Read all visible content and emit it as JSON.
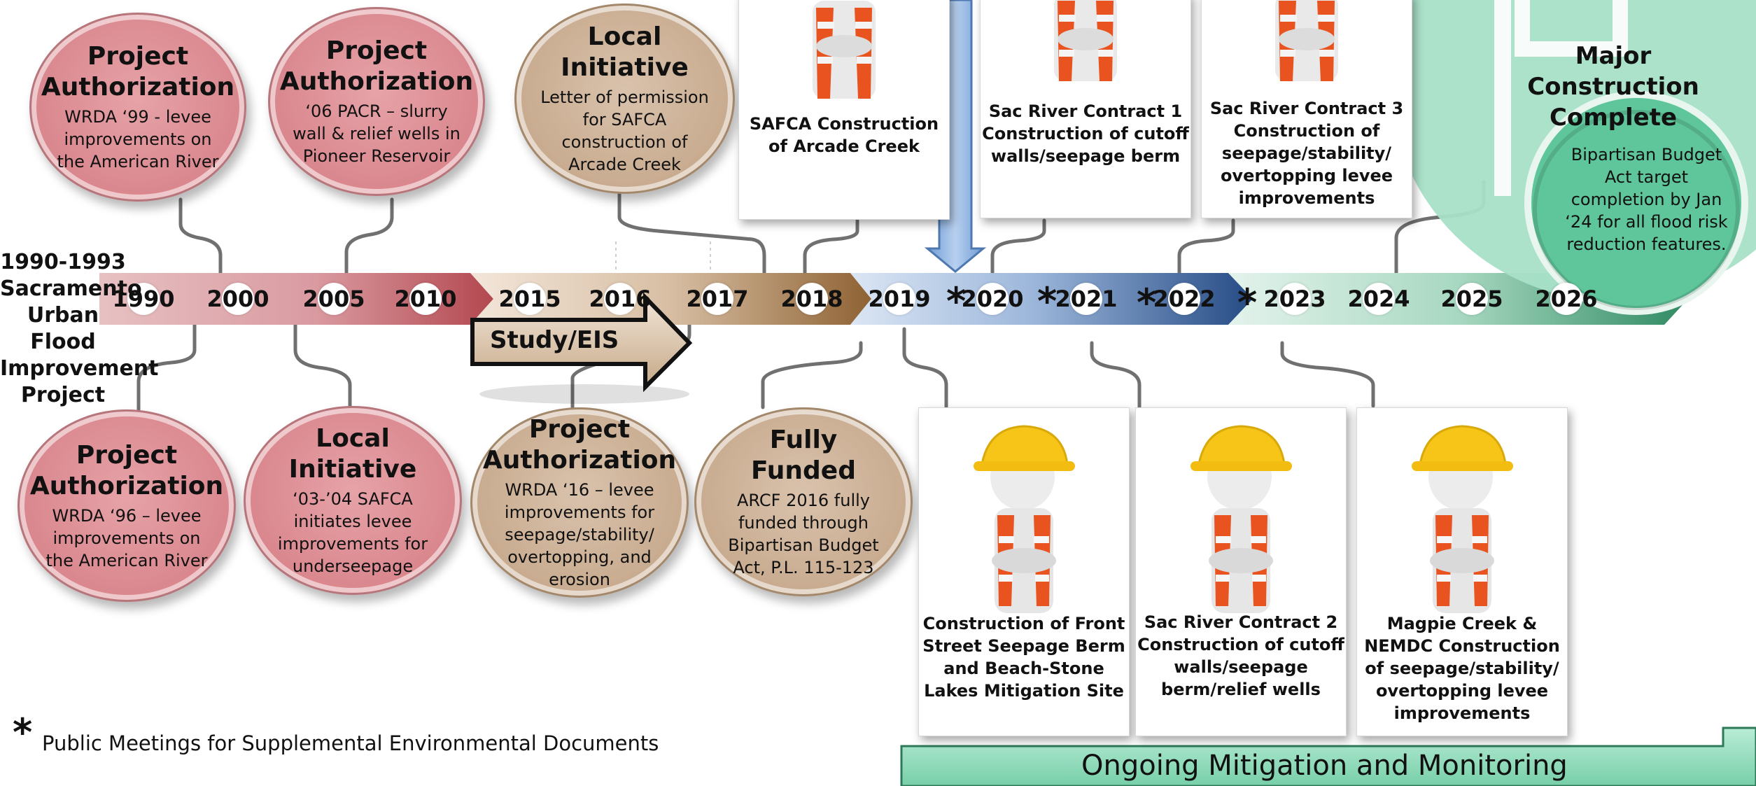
{
  "project_title": "1990-1993 Sacramento Urban Flood Improvement Project",
  "years": [
    "1990",
    "2000",
    "2005",
    "2010",
    "2015",
    "2016",
    "2017",
    "2018",
    "2019",
    "2020",
    "2021",
    "2022",
    "2023",
    "2024",
    "2025",
    "2026"
  ],
  "public_meeting_marker": "*",
  "study_arrow": "Study/EIS",
  "top_bubbles": [
    {
      "title": "Project Authorization",
      "text": "WRDA ‘99  - levee improvements on the American River"
    },
    {
      "title": "Project Authorization",
      "text": "‘06 PACR – slurry wall & relief wells in Pioneer Reservoir"
    },
    {
      "title": "Local Initiative",
      "text": "Letter of permission for SAFCA construction of Arcade Creek"
    }
  ],
  "bottom_bubbles": [
    {
      "title": "Project Authorization",
      "text": "WRDA ‘96 – levee improvements on the American River"
    },
    {
      "title": "Local Initiative",
      "text": "‘03-’04 SAFCA initiates levee improvements for underseepage"
    },
    {
      "title": "Project Authorization",
      "text": "WRDA ‘16 – levee improvements for seepage/stability/ overtopping, and erosion"
    },
    {
      "title": "Fully Funded",
      "text": "ARCF 2016 fully funded through Bipartisan Budget Act, P.L. 115-123"
    }
  ],
  "top_cards": [
    {
      "text": "SAFCA Construction of Arcade Creek"
    },
    {
      "text": "Sac River Contract 1 Construction of cutoff walls/seepage berm"
    },
    {
      "text": "Sac River Contract 3 Construction of seepage/stability/ overtopping levee improvements"
    }
  ],
  "bottom_cards": [
    {
      "text": "Construction of Front Street Seepage Berm and Beach-Stone Lakes Mitigation Site"
    },
    {
      "text": "Sac River Contract 2 Construction of cutoff walls/seepage berm/relief wells"
    },
    {
      "text": "Magpie Creek & NEMDC Construction of seepage/stability/ overtopping levee improvements"
    }
  ],
  "major_complete": {
    "title": "Major Construction Complete",
    "text": "Bipartisan Budget Act target completion by Jan ‘24 for all flood risk reduction features."
  },
  "footnote": "Public Meetings for Supplemental Environmental Documents",
  "mitigation_arrow": "Ongoing Mitigation and Monitoring",
  "colors": {
    "era1": "#c8747a",
    "era2": "#a57a4f",
    "era3": "#3d6aa8",
    "era4": "#3f9a73"
  }
}
